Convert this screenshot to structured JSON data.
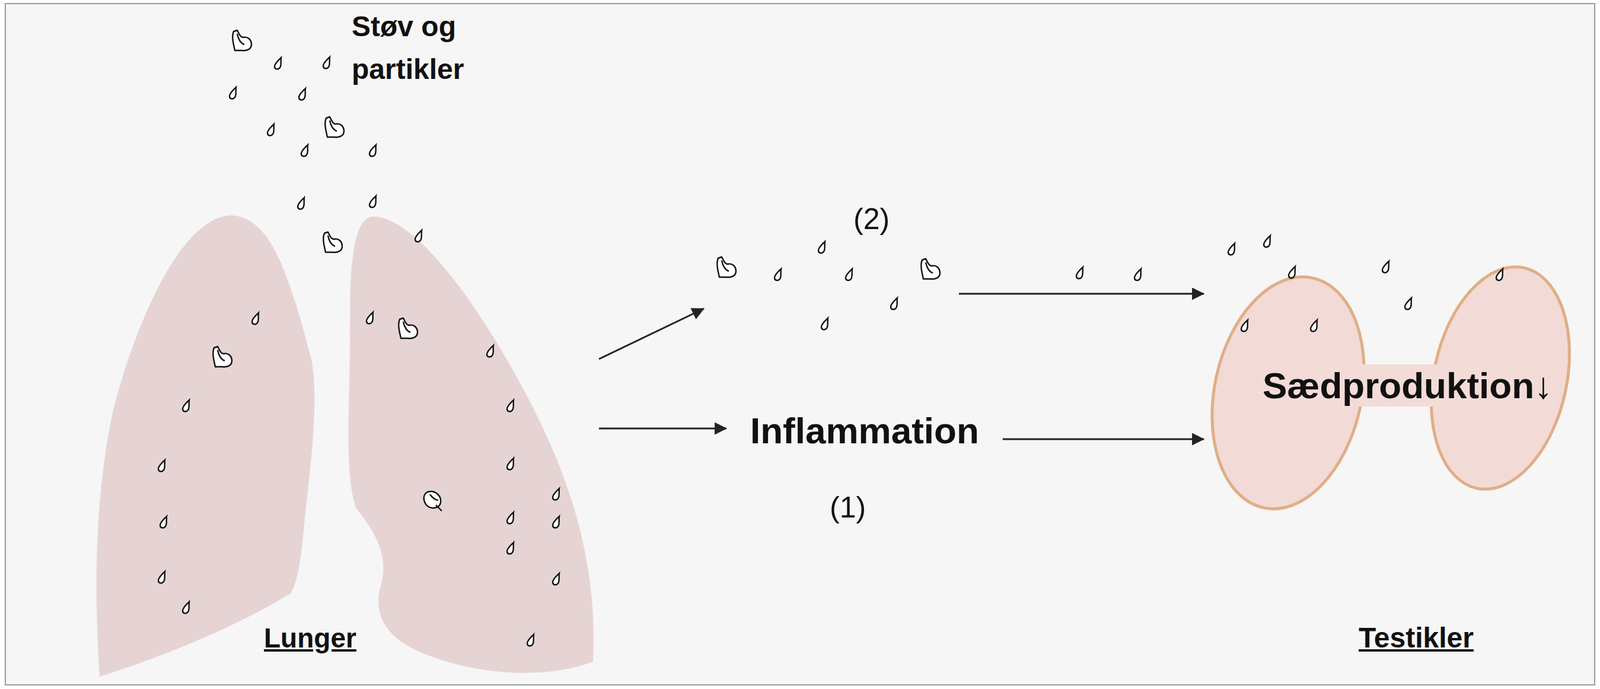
{
  "diagram": {
    "nodes": [
      {
        "text": [
          "Lunger"
        ]
      },
      {
        "text": [
          "(2)"
        ]
      },
      {
        "text": [
          "Inflammation"
        ]
      },
      {
        "text": [
          "Sædproduktion↓",
          "Testikler"
        ]
      }
    ],
    "edges": [
      {
        "from": 0,
        "to": 1,
        "arrow": "to"
      },
      {
        "from": 1,
        "to": 3,
        "arrow": "to"
      },
      {
        "from": 0,
        "to": 2,
        "arrow": "to"
      },
      {
        "from": 2,
        "to": 3,
        "arrow": "to"
      }
    ],
    "labels": [
      "Støv og partikler",
      "(1)"
    ]
  }
}
